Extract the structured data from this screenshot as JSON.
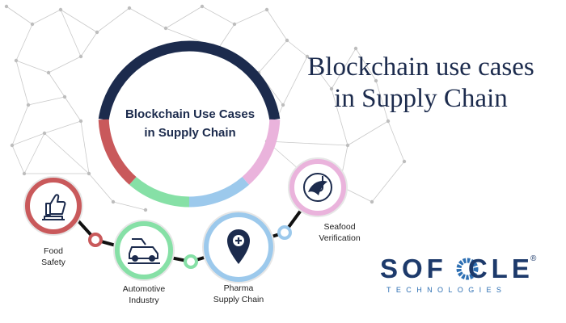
{
  "heading": {
    "line1": "Blockchain use cases",
    "line2": "in Supply Chain"
  },
  "hub": {
    "line1": "Blockchain Use Cases",
    "line2": "in Supply Chain"
  },
  "use_cases": [
    {
      "label_line1": "Food",
      "label_line2": "Safety",
      "icon": "thumbs-up-food-icon",
      "color": "#c9595b"
    },
    {
      "label_line1": "Automotive",
      "label_line2": "Industry",
      "icon": "car-assembly-icon",
      "color": "#86e0a6"
    },
    {
      "label_line1": "Pharma",
      "label_line2": "Supply Chain",
      "icon": "medical-location-pin-icon",
      "color": "#9cc9ec"
    },
    {
      "label_line1": "Seafood",
      "label_line2": "Verification",
      "icon": "fish-hook-icon",
      "color": "#eab3dc"
    }
  ],
  "brand": {
    "name_before": "SOF",
    "name_after": "CLE",
    "tagline": "TECHNOLOGIES",
    "reg_mark": "®",
    "logo_icon": "gear-o-icon"
  },
  "colors": {
    "navy": "#1c2b4d",
    "red": "#c9595b",
    "green": "#86e0a6",
    "blue": "#9cc9ec",
    "pink": "#eab3dc",
    "brand_blue": "#2d6fb3"
  }
}
